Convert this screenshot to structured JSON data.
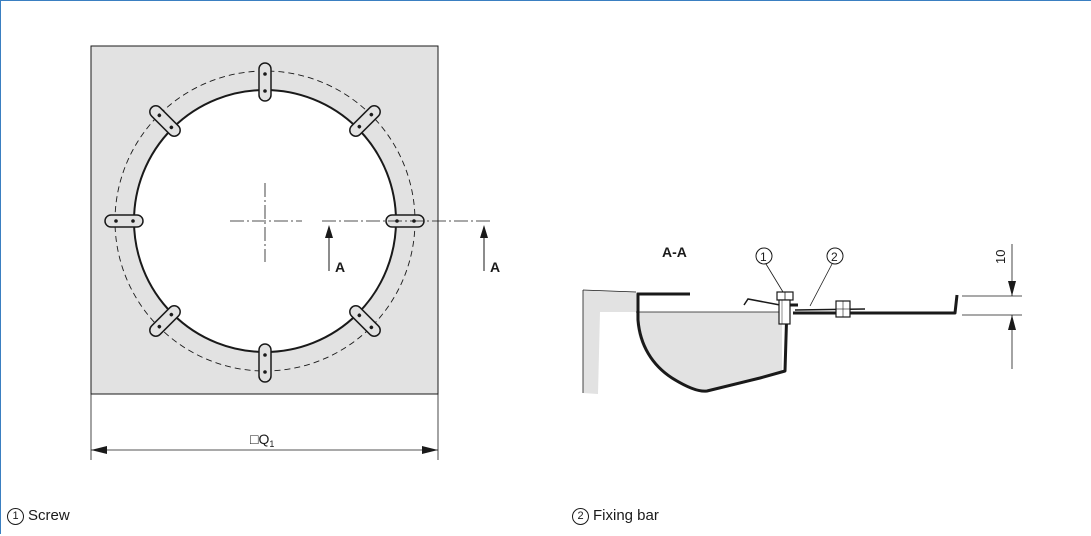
{
  "section_label": "A-A",
  "section_marker": "A",
  "dimension_q": "□Q",
  "dimension_q_sub": "1",
  "dimension_10": "10",
  "callouts": [
    "1",
    "2"
  ],
  "legend": [
    {
      "num": "1",
      "text": "Screw"
    },
    {
      "num": "2",
      "text": "Fixing bar"
    }
  ],
  "colors": {
    "frame": "#3a7fc1",
    "plate": "#e2e2e2",
    "line": "#1a1a1a"
  }
}
